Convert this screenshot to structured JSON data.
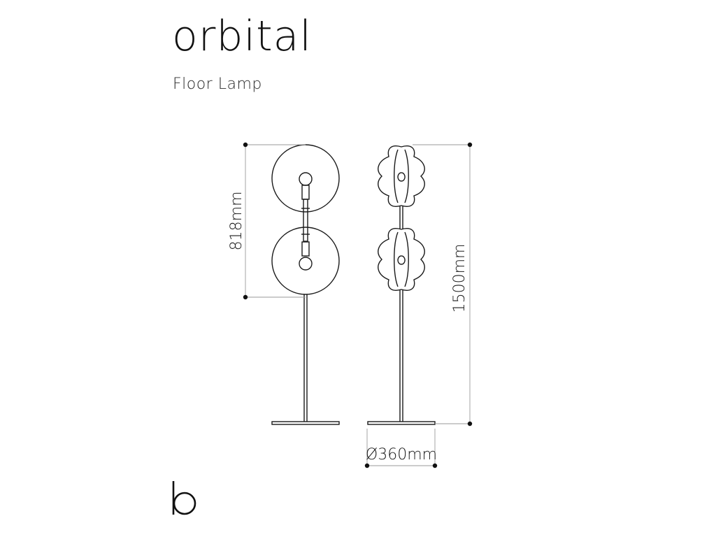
{
  "header": {
    "title": "orbital",
    "subtitle": "Floor Lamp"
  },
  "dimensions": {
    "shade_height": "818mm",
    "total_height": "1500mm",
    "base_diameter": "Ø360mm"
  },
  "colors": {
    "line": "#1a1a1a",
    "guide": "#9a9a9a"
  },
  "footer": {
    "logo_icon": "b-logo-icon"
  }
}
